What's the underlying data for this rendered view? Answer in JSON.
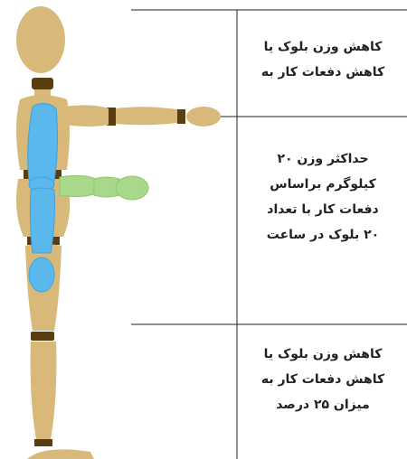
{
  "colors": {
    "wood": "#d8b97a",
    "wood_dark": "#c9a563",
    "joint": "#5a3e12",
    "arm_blue": "#5bb8ec",
    "arm_green": "#a8d88a",
    "lines": "#222222"
  },
  "labels": {
    "top": "کاهش وزن بلوک یا\nکاهش دفعات کار به",
    "middle": "حداکثر وزن ۲۰\nکیلوگرم براساس\nدفعات کار با تعداد\n۲۰ بلوک در ساعت",
    "bottom": "کاهش وزن بلوک یا\nکاهش دفعات کار به\nمیزان ۲۵ درصد"
  }
}
